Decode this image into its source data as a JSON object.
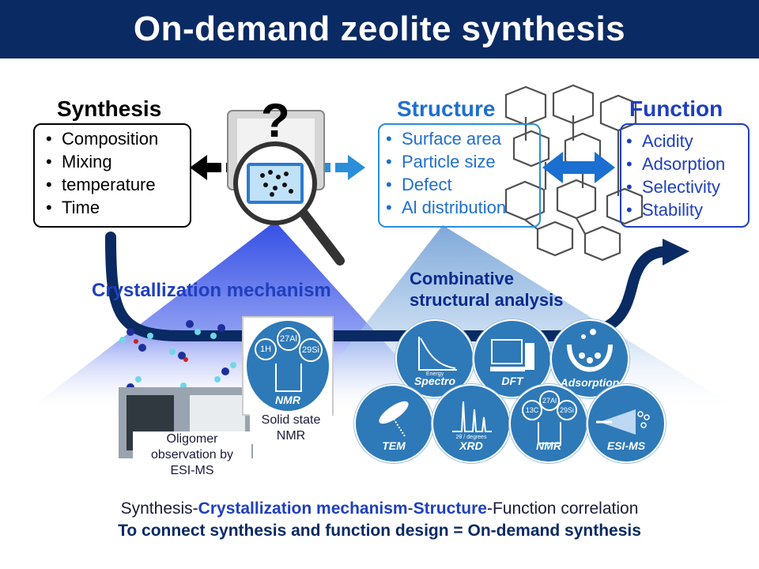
{
  "title": "On-demand zeolite synthesis",
  "synthesis": {
    "heading": "Synthesis",
    "items": [
      "Composition",
      "Mixing",
      "temperature",
      "Time"
    ]
  },
  "structure": {
    "heading": "Structure",
    "items": [
      "Surface area",
      "Particle size",
      "Defect",
      "Al distribution"
    ]
  },
  "function": {
    "heading": "Function",
    "items": [
      "Acidity",
      "Adsorption",
      "Selectivity",
      "Stability"
    ]
  },
  "question_mark": "?",
  "crystallization_label": "Crystallization mechanism",
  "combinative_label_1": "Combinative",
  "combinative_label_2": "structural analysis",
  "nmr_card": {
    "iso_h": "1H",
    "iso_al": "27Al",
    "iso_si": "29Si",
    "label": "NMR"
  },
  "solid_state_caption": [
    "Solid state",
    "NMR"
  ],
  "oligomer_caption": [
    "Oligomer",
    "observation by",
    "ESI-MS"
  ],
  "techniques": [
    {
      "name": "Spectro",
      "sub": "Energy"
    },
    {
      "name": "DFT"
    },
    {
      "name": "Adsorption"
    },
    {
      "name": "TEM"
    },
    {
      "name": "XRD",
      "sub": "2θ / degrees"
    },
    {
      "name": "NMR",
      "iso": [
        "13C",
        "27Al",
        "29Si"
      ]
    },
    {
      "name": "ESI-MS"
    }
  ],
  "bottom": {
    "line1_a": "Synthesis-",
    "line1_b": "Crystallization mechanism",
    "line1_c": "-",
    "line1_d": "Structure",
    "line1_e": "-Function correlation",
    "line2": "To connect synthesis and function design = On-demand synthesis"
  },
  "colors": {
    "title_bg": "#0a2a63",
    "heading_blue": "#1f3fbf",
    "technique_circle": "#2e79b8"
  }
}
